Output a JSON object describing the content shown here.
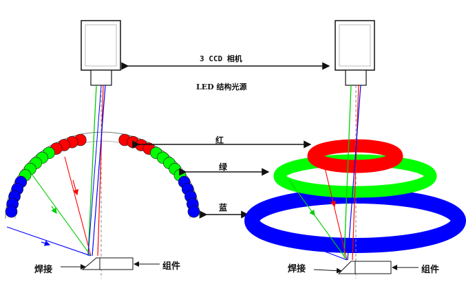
{
  "labels": {
    "camera": "3 CCD 相机",
    "light_source": "LED 结构光源",
    "red": "红",
    "green": "绿",
    "blue": "蓝",
    "solder_left": "焊接",
    "solder_right": "焊接",
    "component_left": "组件",
    "component_right": "组件"
  },
  "colors": {
    "red": "#ff0000",
    "green": "#00ff00",
    "blue": "#0000ff",
    "outline": "#1a1a1a",
    "axis": "#888888"
  },
  "led_dome_left": {
    "leds_per_side": {
      "red": 4,
      "green": 5,
      "blue": 5
    }
  }
}
